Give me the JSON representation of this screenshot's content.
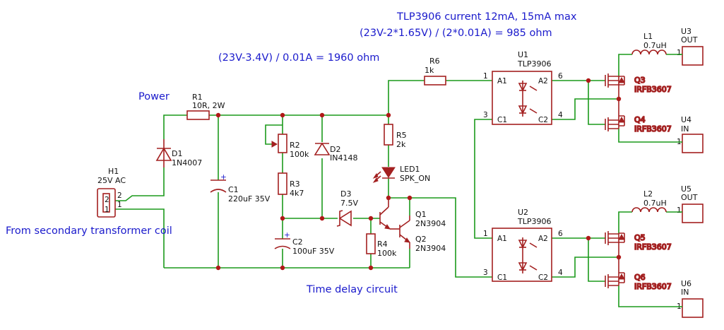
{
  "annotations": {
    "tlp_current": "TLP3906 current 12mA, 15mA max",
    "calc_985": "(23V-2*1.65V) / (2*0.01A) = 985 ohm",
    "calc_1960": "(23V-3.4V) / 0.01A = 1960 ohm",
    "power": "Power",
    "from_secondary": "From secondary transformer coil",
    "time_delay": "Time delay circuit"
  },
  "components": {
    "H1": {
      "ref": "H1",
      "value": "25V AC",
      "pin1": "1",
      "pin2": "2"
    },
    "D1": {
      "ref": "D1",
      "value": "1N4007"
    },
    "R1": {
      "ref": "R1",
      "value": "10R, 2W"
    },
    "C1": {
      "ref": "C1",
      "value": "220uF 35V",
      "polarity": "+"
    },
    "R2": {
      "ref": "R2",
      "value": "100k"
    },
    "R3": {
      "ref": "R3",
      "value": "4k7"
    },
    "C2": {
      "ref": "C2",
      "value": "100uF 35V",
      "polarity": "+"
    },
    "D2": {
      "ref": "D2",
      "value": "IN4148"
    },
    "D3": {
      "ref": "D3",
      "value": "7.5V"
    },
    "R4": {
      "ref": "R4",
      "value": "100k"
    },
    "R5": {
      "ref": "R5",
      "value": "2k"
    },
    "LED1": {
      "ref": "LED1",
      "value": "SPK_ON"
    },
    "R6": {
      "ref": "R6",
      "value": "1k"
    },
    "Q1": {
      "ref": "Q1",
      "value": "2N3904"
    },
    "Q2": {
      "ref": "Q2",
      "value": "2N3904"
    },
    "U1": {
      "ref": "U1",
      "value": "TLP3906",
      "a1": "A1",
      "a2": "A2",
      "c1": "C1",
      "c2": "C2",
      "p1": "1",
      "p3": "3",
      "p4": "4",
      "p6": "6"
    },
    "U2": {
      "ref": "U2",
      "value": "TLP3906",
      "a1": "A1",
      "a2": "A2",
      "c1": "C1",
      "c2": "C2",
      "p1": "1",
      "p3": "3",
      "p4": "4",
      "p6": "6"
    },
    "Q3": {
      "ref": "Q3",
      "value": "IRFB3607"
    },
    "Q4": {
      "ref": "Q4",
      "value": "IRFB3607"
    },
    "Q5": {
      "ref": "Q5",
      "value": "IRFB3607"
    },
    "Q6": {
      "ref": "Q6",
      "value": "IRFB3607"
    },
    "L1": {
      "ref": "L1",
      "value": "0.7uH"
    },
    "L2": {
      "ref": "L2",
      "value": "0.7uH"
    },
    "U3": {
      "ref": "U3",
      "value": "OUT",
      "pin": "1"
    },
    "U4": {
      "ref": "U4",
      "value": "IN",
      "pin": "1"
    },
    "U5": {
      "ref": "U5",
      "value": "OUT",
      "pin": "1"
    },
    "U6": {
      "ref": "U6",
      "value": "IN",
      "pin": "1"
    }
  }
}
